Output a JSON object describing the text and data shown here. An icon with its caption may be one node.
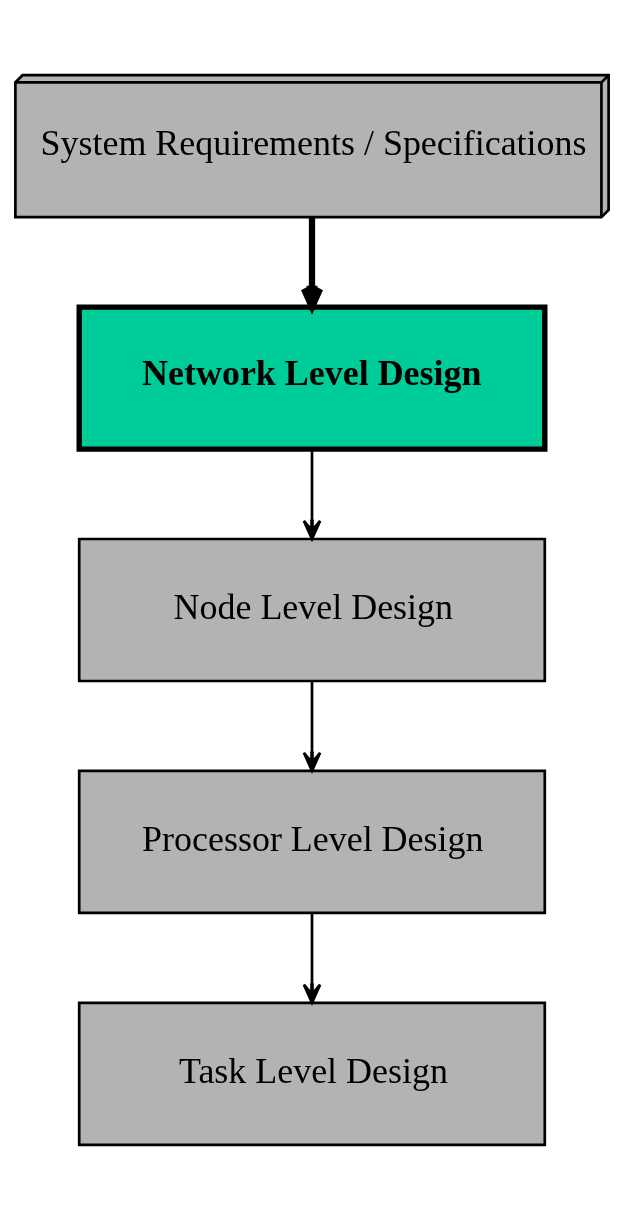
{
  "diagram": {
    "nodes": [
      {
        "text": [
          "System Requirements / Specifications"
        ]
      },
      {
        "text": [
          "Network Level Design"
        ]
      },
      {
        "text": [
          "Node Level Design"
        ]
      },
      {
        "text": [
          "Processor Level Design"
        ]
      },
      {
        "text": [
          "Task Level Design"
        ]
      }
    ],
    "edges": [
      {
        "from": 0,
        "to": 1,
        "arrow": "to",
        "style": "thick"
      },
      {
        "from": 1,
        "to": 2,
        "arrow": "to"
      },
      {
        "from": 2,
        "to": 3,
        "arrow": "to"
      },
      {
        "from": 3,
        "to": 4,
        "arrow": "to"
      }
    ]
  }
}
